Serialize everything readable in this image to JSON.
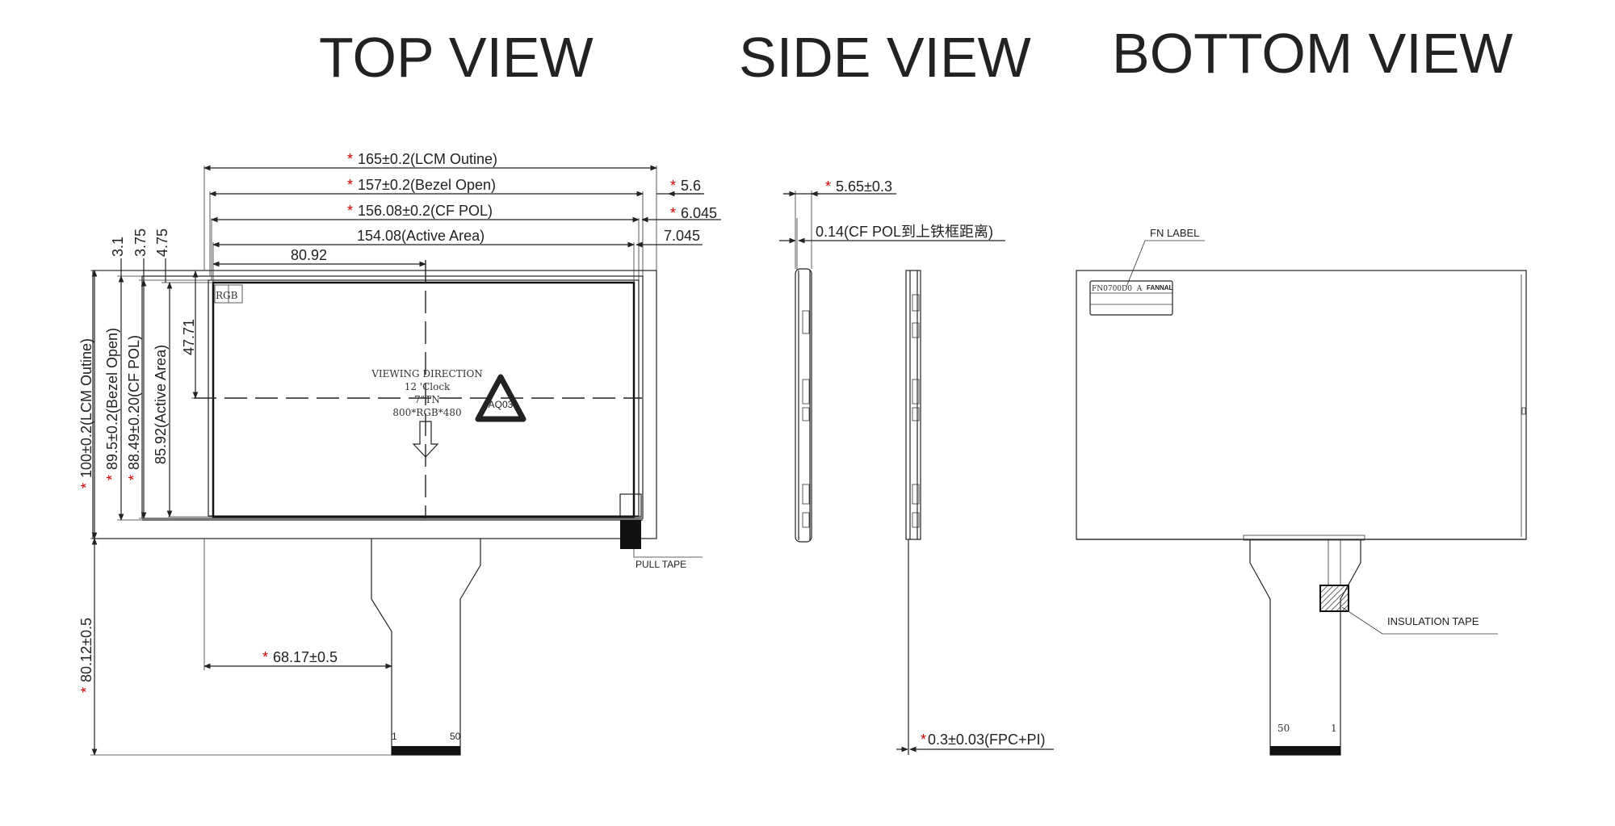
{
  "headers": {
    "top_view": "TOP VIEW",
    "side_view": "SIDE VIEW",
    "bottom_view": "BOTTOM VIEW"
  },
  "top_view": {
    "dim_lcm_outline_w": "165±0.2(LCM Outine)",
    "dim_bezel_open_w": "157±0.2(Bezel Open)",
    "dim_cf_pol_w": "156.08±0.2(CF POL)",
    "dim_active_area_w": "154.08(Active Area)",
    "dim_center_x": "80.92",
    "dim_5_6": "5.6",
    "dim_6_045": "6.045",
    "dim_7_045": "7.045",
    "dim_3_1": "3.1",
    "dim_3_75": "3.75",
    "dim_4_75": "4.75",
    "dim_center_y": "47.71",
    "dim_lcm_outline_h": "100±0.2(LCM Outine)",
    "dim_bezel_open_h": "89.5±0.2(Bezel Open)",
    "dim_cf_pol_h": "88.49±0.20(CF POL)",
    "dim_active_area_h": "85.92(Active Area)",
    "dim_fpc_len": "80.12±0.5",
    "dim_fpc_offset": "68.17±0.5",
    "rgb_label": "RGB",
    "viewing_direction": "VIEWING DIRECTION",
    "clock": "12 'Clock",
    "size": "7\"TN",
    "resolution": "800*RGB*480",
    "triangle_mark": "AQ03",
    "pull_tape": "PULL TAPE",
    "pin_1": "1",
    "pin_50": "50",
    "star": "*"
  },
  "side_view": {
    "dim_thickness": "5.65±0.3",
    "dim_cf_pol_gap": "0.14(CF POL到上铁框距离)",
    "dim_fpc_thickness": "0.3±0.03(FPC+PI)"
  },
  "bottom_view": {
    "fn_label": "FN LABEL",
    "label_part": "FN0700D0 A",
    "label_brand": "FANNAL",
    "insulation_tape": "INSULATION TAPE",
    "pin_50": "50",
    "pin_1": "1"
  },
  "colors": {
    "line": "#222222",
    "star": "#d40000",
    "background": "#ffffff"
  }
}
